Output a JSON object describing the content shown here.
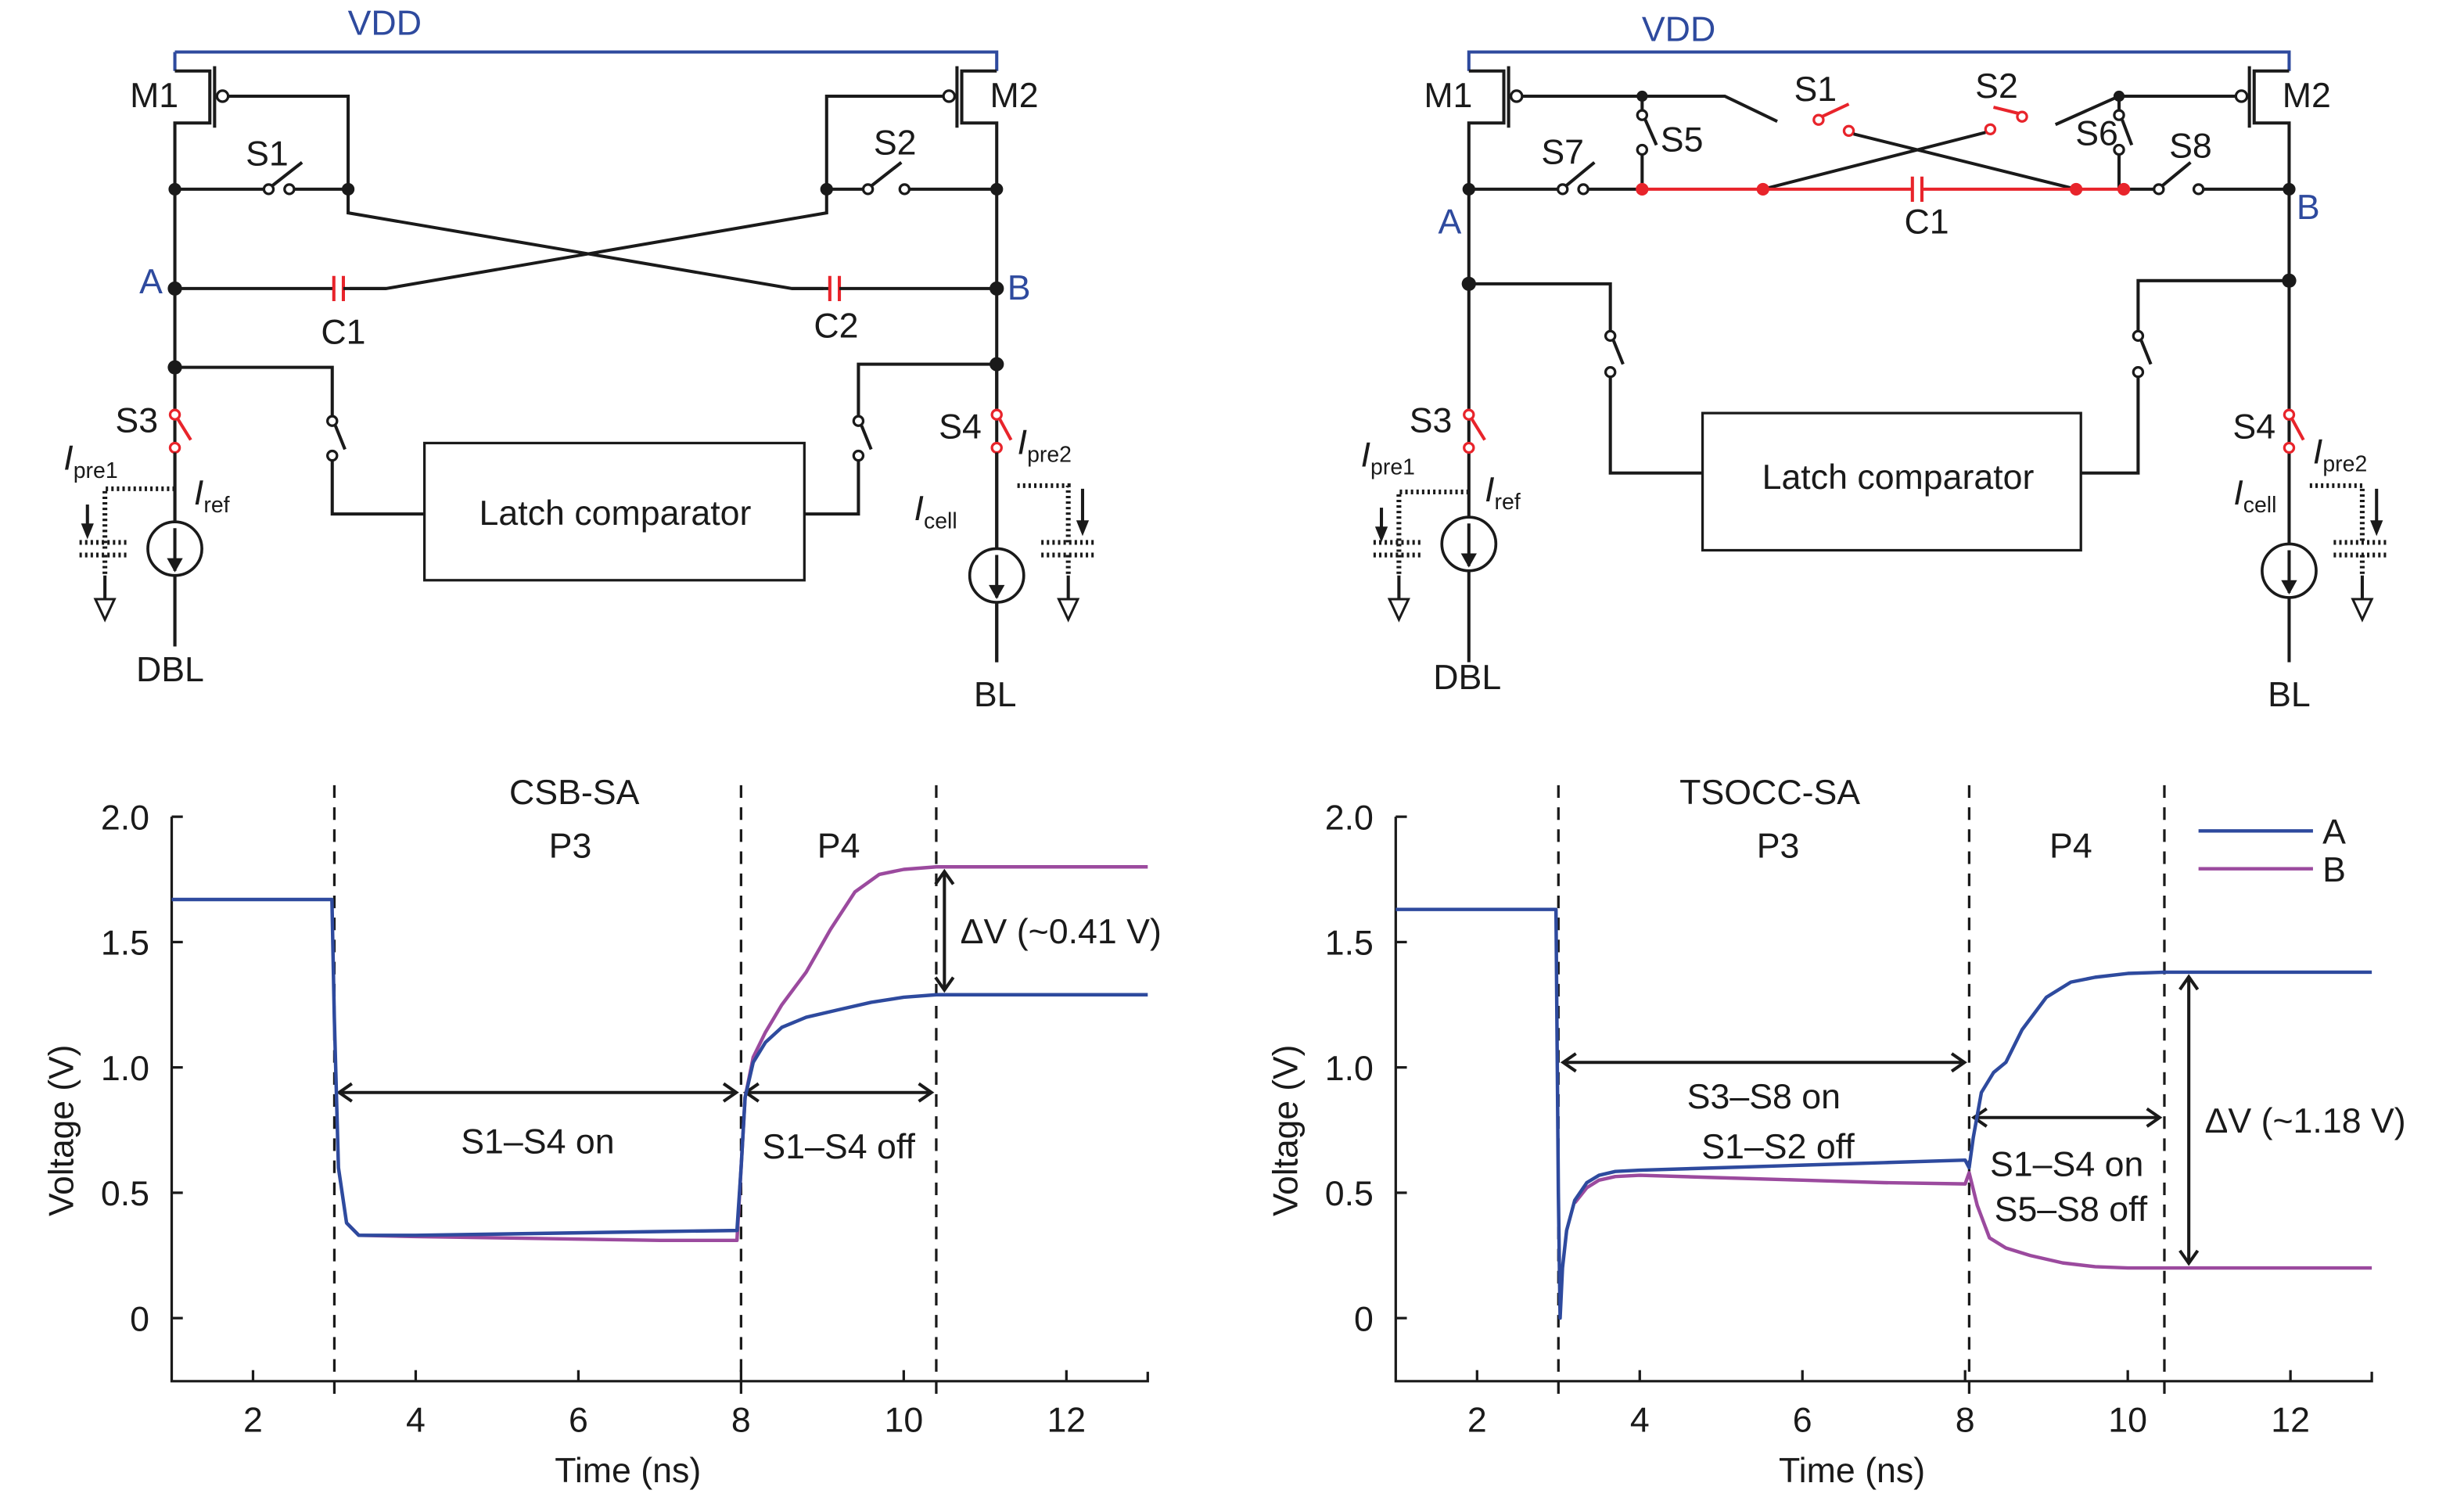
{
  "colors": {
    "vdd": "#2e4a9e",
    "node_label": "#2e4a9e",
    "highlight": "#e8242b",
    "series_A": "#2e4a9e",
    "series_B": "#9b4a9e",
    "ink": "#1a1a1a"
  },
  "circuit_left": {
    "supply": "VDD",
    "transistors": [
      "M1",
      "M2"
    ],
    "switches": [
      "S1",
      "S2",
      "S3",
      "S4"
    ],
    "capacitors": [
      "C1",
      "C2"
    ],
    "nodes": [
      "A",
      "B"
    ],
    "block": "Latch comparator",
    "currents": {
      "pre1": {
        "main": "I",
        "sub": "pre1"
      },
      "ref": {
        "main": "I",
        "sub": "ref"
      },
      "pre2": {
        "main": "I",
        "sub": "pre2"
      },
      "cell": {
        "main": "I",
        "sub": "cell"
      }
    },
    "lines": [
      "DBL",
      "BL"
    ]
  },
  "circuit_right": {
    "supply": "VDD",
    "transistors": [
      "M1",
      "M2"
    ],
    "switches": [
      "S1",
      "S2",
      "S3",
      "S4",
      "S5",
      "S6",
      "S7",
      "S8"
    ],
    "capacitors": [
      "C1"
    ],
    "nodes": [
      "A",
      "B"
    ],
    "block": "Latch comparator",
    "currents": {
      "pre1": {
        "main": "I",
        "sub": "pre1"
      },
      "ref": {
        "main": "I",
        "sub": "ref"
      },
      "pre2": {
        "main": "I",
        "sub": "pre2"
      },
      "cell": {
        "main": "I",
        "sub": "cell"
      }
    },
    "lines": [
      "DBL",
      "BL"
    ]
  },
  "chart_data": [
    {
      "type": "line",
      "title": "CSB-SA",
      "xlabel": "Time (ns)",
      "ylabel": "Voltage (V)",
      "xlim": [
        1,
        13
      ],
      "ylim": [
        -0.25,
        2.0
      ],
      "xticks": [
        2,
        4,
        6,
        8,
        10,
        12
      ],
      "yticks": [
        0,
        0.5,
        1.0,
        1.5,
        2.0
      ],
      "ytick_labels": [
        "0",
        "0.5",
        "1.0",
        "1.5",
        "2.0"
      ],
      "grid": false,
      "phase_markers": [
        3.0,
        8.0,
        10.4
      ],
      "phase_labels": [
        {
          "text": "P3",
          "x": 5.9
        },
        {
          "text": "P4",
          "x": 9.2
        }
      ],
      "annotations": [
        {
          "text": "S1–S4 on",
          "type": "span",
          "x0": 3.0,
          "x1": 8.0,
          "y": 0.9,
          "label_y": 0.72
        },
        {
          "text": "S1–S4 off",
          "type": "span",
          "x0": 8.0,
          "x1": 10.4,
          "y": 0.9,
          "label_y": 0.7
        },
        {
          "text": "ΔV (~0.41 V)",
          "type": "vspan",
          "x": 10.5,
          "y0": 1.29,
          "y1": 1.8
        }
      ],
      "series": [
        {
          "name": "A",
          "color": "#2e4a9e",
          "x": [
            1.0,
            2.97,
            3.0,
            3.05,
            3.15,
            3.3,
            4,
            5,
            6,
            7,
            7.95,
            8.0,
            8.05,
            8.15,
            8.3,
            8.5,
            8.8,
            9.2,
            9.6,
            10.0,
            10.4,
            11,
            12,
            13
          ],
          "y": [
            1.67,
            1.67,
            1.2,
            0.6,
            0.38,
            0.33,
            0.33,
            0.335,
            0.34,
            0.345,
            0.35,
            0.6,
            0.88,
            1.02,
            1.1,
            1.16,
            1.2,
            1.23,
            1.26,
            1.28,
            1.29,
            1.29,
            1.29,
            1.29
          ]
        },
        {
          "name": "B",
          "color": "#9b4a9e",
          "x": [
            3.15,
            3.3,
            4,
            5,
            6,
            7,
            7.95,
            8.0,
            8.05,
            8.15,
            8.3,
            8.5,
            8.8,
            9.1,
            9.4,
            9.7,
            10.0,
            10.4,
            11,
            12,
            13
          ],
          "y": [
            0.38,
            0.33,
            0.325,
            0.32,
            0.315,
            0.31,
            0.31,
            0.6,
            0.88,
            1.04,
            1.14,
            1.25,
            1.38,
            1.55,
            1.7,
            1.77,
            1.79,
            1.8,
            1.8,
            1.8,
            1.8
          ]
        }
      ]
    },
    {
      "type": "line",
      "title": "TSOCC-SA",
      "xlabel": "Time (ns)",
      "ylabel": "Voltage (V)",
      "xlim": [
        1,
        13
      ],
      "ylim": [
        -0.25,
        2.0
      ],
      "xticks": [
        2,
        4,
        6,
        8,
        10,
        12
      ],
      "yticks": [
        0,
        0.5,
        1.0,
        1.5,
        2.0
      ],
      "ytick_labels": [
        "0",
        "0.5",
        "1.0",
        "1.5",
        "2.0"
      ],
      "grid": false,
      "legend": {
        "position": "top-right",
        "entries": [
          "A",
          "B"
        ]
      },
      "phase_markers": [
        3.0,
        8.05,
        10.45
      ],
      "phase_labels": [
        {
          "text": "P3",
          "x": 5.7
        },
        {
          "text": "P4",
          "x": 9.3
        }
      ],
      "annotations": [
        {
          "text": "S3–S8 on",
          "type": "span",
          "x0": 3.0,
          "x1": 8.05,
          "y": 1.02,
          "label_y": 0.9
        },
        {
          "text": "S1–S2 off",
          "type": "label",
          "x": 5.7,
          "y": 0.7
        },
        {
          "text": "S1–S4 on",
          "type": "span",
          "x0": 8.05,
          "x1": 10.45,
          "y": 0.8,
          "label_y": 0.63
        },
        {
          "text": "S5–S8 off",
          "type": "label",
          "x": 9.3,
          "y": 0.45
        },
        {
          "text": "ΔV (~1.18 V)",
          "type": "vspan",
          "x": 10.75,
          "y0": 0.2,
          "y1": 1.38
        }
      ],
      "series": [
        {
          "name": "A",
          "color": "#2e4a9e",
          "x": [
            1.0,
            2.97,
            3.0,
            3.02,
            3.05,
            3.1,
            3.2,
            3.35,
            3.5,
            3.7,
            4,
            5,
            6,
            7,
            8.0,
            8.05,
            8.1,
            8.2,
            8.35,
            8.5,
            8.7,
            9.0,
            9.3,
            9.6,
            10.0,
            10.45,
            11,
            12,
            13
          ],
          "y": [
            1.63,
            1.63,
            0.5,
            0.0,
            0.2,
            0.35,
            0.47,
            0.54,
            0.57,
            0.585,
            0.59,
            0.6,
            0.61,
            0.62,
            0.63,
            0.6,
            0.72,
            0.9,
            0.98,
            1.02,
            1.15,
            1.28,
            1.34,
            1.36,
            1.375,
            1.38,
            1.38,
            1.38,
            1.38
          ]
        },
        {
          "name": "B",
          "color": "#9b4a9e",
          "x": [
            3.2,
            3.35,
            3.5,
            3.7,
            4,
            5,
            6,
            7,
            8.0,
            8.05,
            8.15,
            8.3,
            8.5,
            8.8,
            9.2,
            9.6,
            10.0,
            10.45,
            11,
            12,
            13
          ],
          "y": [
            0.46,
            0.52,
            0.55,
            0.565,
            0.57,
            0.56,
            0.55,
            0.54,
            0.535,
            0.58,
            0.45,
            0.32,
            0.28,
            0.25,
            0.22,
            0.205,
            0.2,
            0.2,
            0.2,
            0.2,
            0.2
          ]
        }
      ]
    }
  ]
}
